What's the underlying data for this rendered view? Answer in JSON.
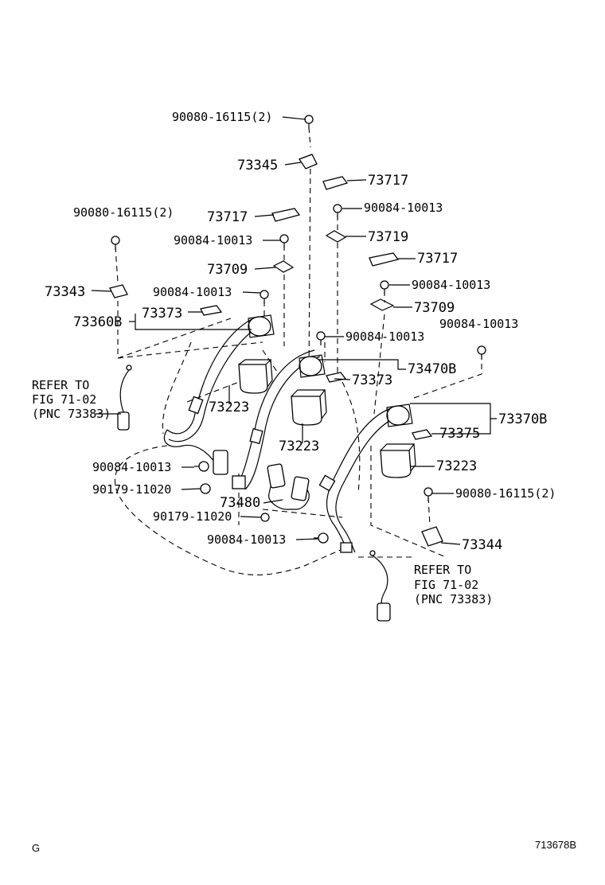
{
  "callouts": {
    "bolt_top": "90080-16115(2)",
    "c73345": "73345",
    "c73717_a": "73717",
    "c90084_a": "90084-10013",
    "c73719": "73719",
    "c73717_b": "73717",
    "c90084_b": "90084-10013",
    "c73709_a": "73709",
    "c73717_c": "73717",
    "c90084_c": "90084-10013",
    "c73709_b": "73709",
    "bolt_left": "90080-16115(2)",
    "c73343": "73343",
    "c90084_d": "90084-10013",
    "c73373_a": "73373",
    "c73360b": "73360B",
    "c90084_e": "90084-10013",
    "c90084_f": "90084-10013",
    "c73470b": "73470B",
    "c73373_b": "73373",
    "c73223_a": "73223",
    "c73223_b": "73223",
    "c73370b": "73370B",
    "c73375": "73375",
    "c73223_c": "73223",
    "c90084_g": "90084-10013",
    "c90179_a": "90179-11020",
    "c73480": "73480",
    "c90179_b": "90179-11020",
    "bolt_right": "90080-16115(2)",
    "c90084_h": "90084-10013",
    "c73344": "73344"
  },
  "refers": {
    "left": {
      "line1": "REFER TO",
      "line2": "FIG 71-02",
      "line3": "(PNC 73383)"
    },
    "right": {
      "line1": "REFER TO",
      "line2": "FIG 71-02",
      "line3": "(PNC 73383)"
    }
  },
  "footer": {
    "corner": "G",
    "figure_id": "713678B"
  }
}
